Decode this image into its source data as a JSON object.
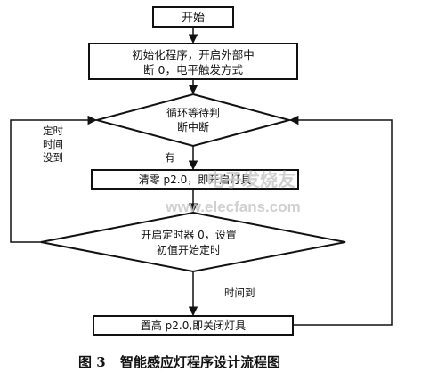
{
  "diagram": {
    "start": "开始",
    "init_lines": [
      "初始化程序，开启外部中",
      "断 0，电平触发方式"
    ],
    "wait_lines": [
      "循环等待判",
      "断中断"
    ],
    "yes_label": "有",
    "timeout_lines": [
      "定时",
      "时间",
      "没到"
    ],
    "clear_action": "清零 p2.0，即开启灯具",
    "timer_lines": [
      "开启定时器 0，设置",
      "初值开始定时"
    ],
    "timeup_label": "时间到",
    "set_action": "置高 p2.0,即关闭灯具"
  },
  "watermark": {
    "brand": "电子发烧友",
    "url": "www.elecfans.com"
  },
  "caption": {
    "figure_no": "图 3",
    "title": "智能感应灯程序设计流程图"
  }
}
